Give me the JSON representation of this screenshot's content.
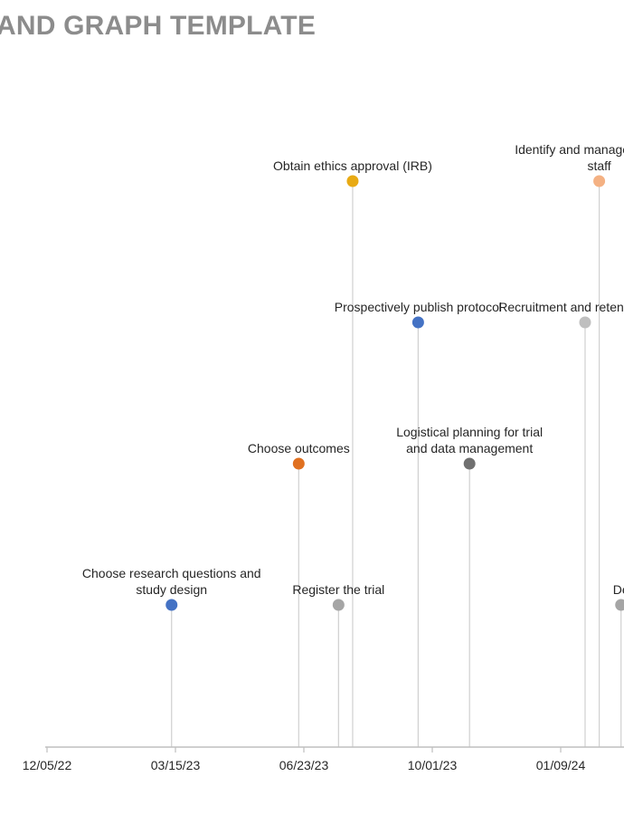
{
  "page": {
    "title": "AND GRAPH TEMPLATE"
  },
  "chart_data": {
    "type": "timeline",
    "title": "AND GRAPH TEMPLATE",
    "xlabel": "",
    "ylabel": "",
    "x_ticks": [
      "12/05/22",
      "03/15/23",
      "06/23/23",
      "10/01/23",
      "01/09/24"
    ],
    "grid": false,
    "legend": "none",
    "levels": 4,
    "milestones": [
      {
        "label": "Choose research questions and study design",
        "date": "2023-03-12",
        "level": 1,
        "color": "#4472c4"
      },
      {
        "label": "Choose outcomes",
        "date": "2023-06-19",
        "level": 2,
        "color": "#e07020"
      },
      {
        "label": "Register the trial",
        "date": "2023-07-20",
        "level": 1,
        "color": "#a5a5a5"
      },
      {
        "label": "Obtain ethics approval (IRB)",
        "date": "2023-07-31",
        "level": 4,
        "color": "#e8aa14"
      },
      {
        "label": "Prospectively publish protocol",
        "date": "2023-09-20",
        "level": 3,
        "color": "#4472c4"
      },
      {
        "label": "Logistical planning for trial and data management",
        "date": "2023-10-30",
        "level": 2,
        "color": "#707070"
      },
      {
        "label": "Recruitment and retention plan",
        "date": "2024-01-28",
        "level": 3,
        "color": "#bfbfbf"
      },
      {
        "label": "Identify and manage sites and staff",
        "date": "2024-02-08",
        "level": 4,
        "color": "#f4b183"
      },
      {
        "label": "De",
        "date": "2024-02-25",
        "level": 1,
        "color": "#a5a5a5"
      }
    ]
  }
}
